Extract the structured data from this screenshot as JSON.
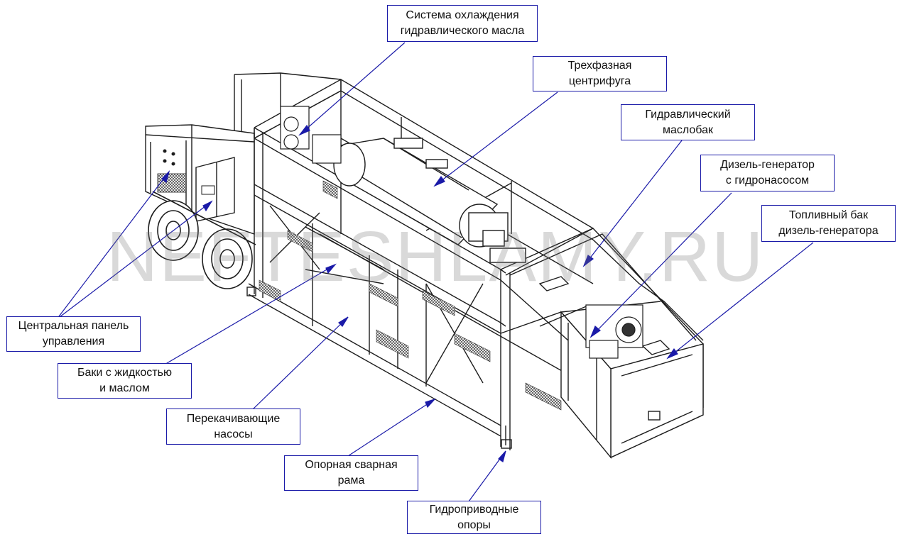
{
  "watermark": "NEFTESHLAMY.RU",
  "colors": {
    "leader": "#1a1aa8",
    "frame": "#1d1d1d",
    "mesh": "#4a4a4a"
  },
  "labels": {
    "cooling": "Система охлаждения\nгидравлического масла",
    "centrifuge": "Трехфазная\nцентрифуга",
    "oil_tank": "Гидравлический\nмаслобак",
    "diesel_gen": "Дизель-генератор\nс гидронасосом",
    "fuel_tank": "Топливный бак\nдизель-генератора",
    "control_panel": "Центральная панель\nуправления",
    "tanks": "Баки с жидкостью\nи маслом",
    "pumps": "Перекачивающие\nнасосы",
    "frame": "Опорная сварная\nрама",
    "supports": "Гидроприводные\nопоры"
  }
}
